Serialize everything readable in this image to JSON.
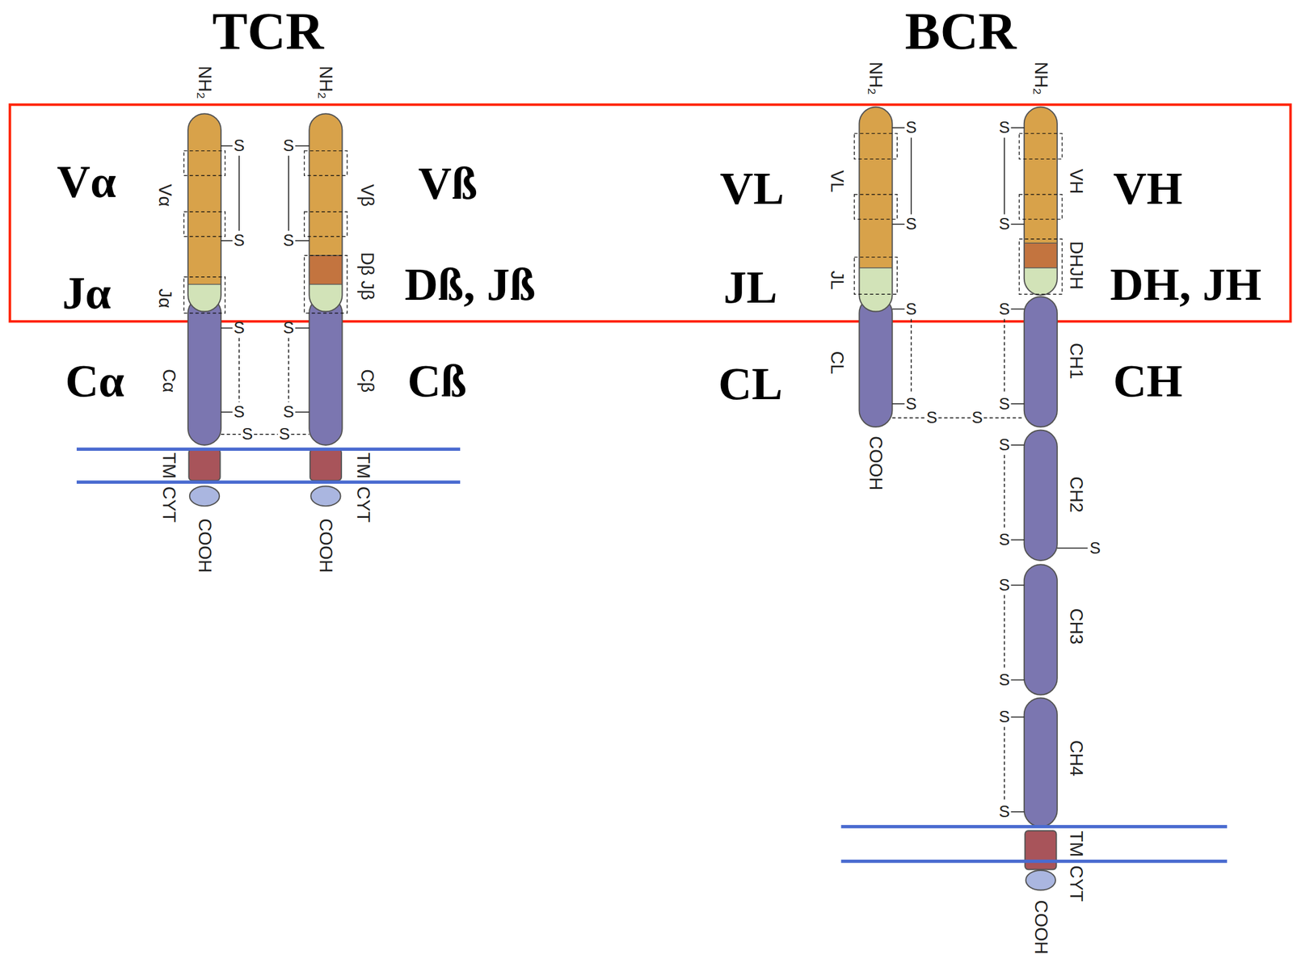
{
  "diagram": {
    "labels": [
      "TCR",
      "BCR",
      "Vα",
      "Jα",
      "Cα",
      "Vß",
      "Dß, Jß",
      "Cß",
      "VL",
      "JL",
      "CL",
      "VH",
      "DH, JH",
      "CH",
      "NH₂",
      "Vα",
      "Jα",
      "Cα",
      "TM",
      "CYT",
      "COOH",
      "NH₂",
      "Vβ",
      "Dβ Jβ",
      "Cβ",
      "TM",
      "CYT",
      "COOH",
      "NH₂",
      "VL",
      "JL",
      "CL",
      "COOH",
      "NH₂",
      "VH",
      "DHJH",
      "CH1",
      "CH2",
      "CH3",
      "CH4",
      "TM",
      "CYT",
      "COOH",
      "S",
      "S",
      "S",
      "S",
      "S",
      "S",
      "S",
      "S",
      "S",
      "S",
      "S",
      "S",
      "S",
      "S",
      "S",
      "S",
      "S",
      "S",
      "S",
      "S",
      "S",
      "S",
      "S",
      "S",
      "S",
      "S",
      "S"
    ]
  }
}
